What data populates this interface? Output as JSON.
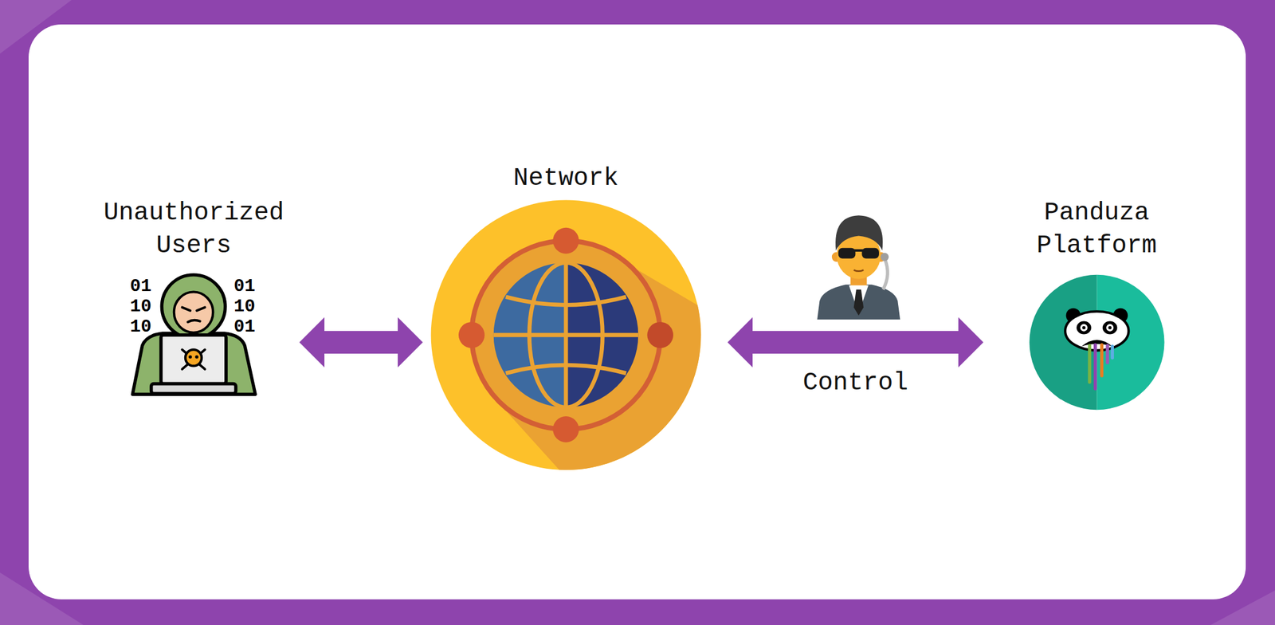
{
  "diagram": {
    "nodes": [
      {
        "text": [
          "Unauthorized Users"
        ]
      },
      {
        "text": [
          "Network"
        ]
      },
      {
        "text": [
          "Panduza Platform"
        ]
      }
    ],
    "edges": [
      {
        "from": 0,
        "to": 1,
        "arrow": "both"
      },
      {
        "from": 1,
        "to": 2,
        "arrow": "both",
        "label": "Control"
      }
    ],
    "labels": [
      "01",
      "10",
      "10",
      "01",
      "10",
      "01"
    ]
  }
}
